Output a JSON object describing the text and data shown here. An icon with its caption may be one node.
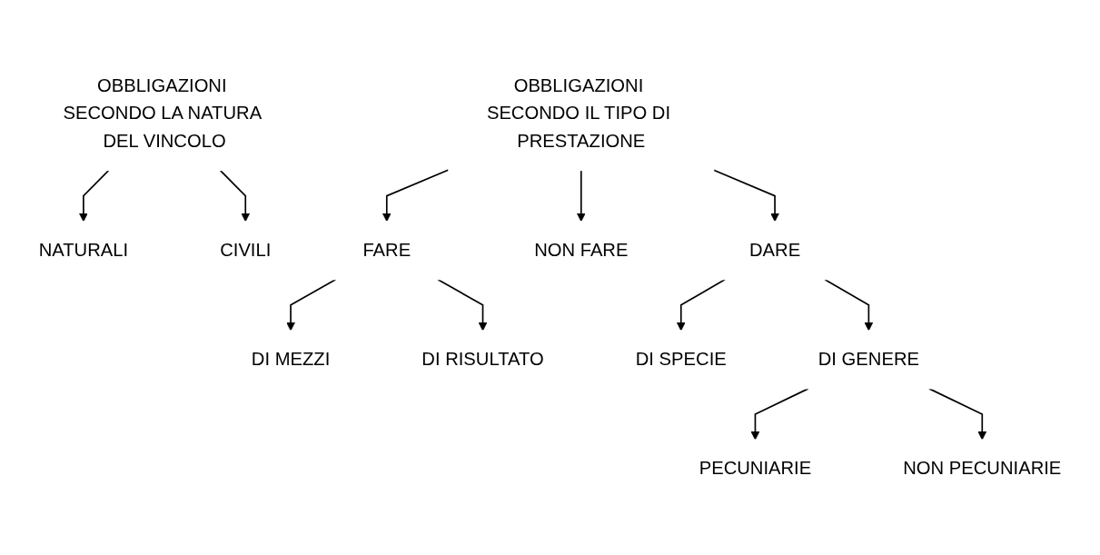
{
  "diagram": {
    "nodes": [
      {
        "text": [
          "OBBLIGAZIONI SECONDO LA NATURA DEL VINCOLO"
        ]
      },
      {
        "text": [
          "NATURALI"
        ]
      },
      {
        "text": [
          "CIVILI"
        ]
      },
      {
        "text": [
          "OBBLIGAZIONI SECONDO IL TIPO DI PRESTAZIONE"
        ]
      },
      {
        "text": [
          "FARE"
        ]
      },
      {
        "text": [
          "NON FARE"
        ]
      },
      {
        "text": [
          "DARE"
        ]
      },
      {
        "text": [
          "DI MEZZI"
        ]
      },
      {
        "text": [
          "DI RISULTATO"
        ]
      },
      {
        "text": [
          "DI SPECIE"
        ]
      },
      {
        "text": [
          "DI GENERE"
        ]
      },
      {
        "text": [
          "PECUNIARIE"
        ]
      },
      {
        "text": [
          "NON PECUNIARIE"
        ]
      }
    ],
    "edges": [
      {
        "from": 0,
        "to": 1,
        "arrow": "to"
      },
      {
        "from": 0,
        "to": 2,
        "arrow": "to"
      },
      {
        "from": 3,
        "to": 4,
        "arrow": "to"
      },
      {
        "from": 3,
        "to": 5,
        "arrow": "to"
      },
      {
        "from": 3,
        "to": 6,
        "arrow": "to"
      },
      {
        "from": 4,
        "to": 7,
        "arrow": "to"
      },
      {
        "from": 4,
        "to": 8,
        "arrow": "to"
      },
      {
        "from": 6,
        "to": 9,
        "arrow": "to"
      },
      {
        "from": 6,
        "to": 10,
        "arrow": "to"
      },
      {
        "from": 10,
        "to": 11,
        "arrow": "to"
      },
      {
        "from": 10,
        "to": 12,
        "arrow": "to"
      }
    ]
  }
}
